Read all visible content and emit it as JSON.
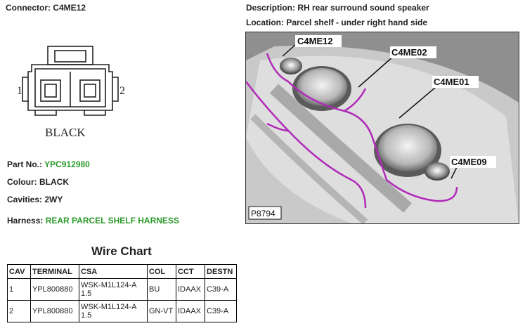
{
  "connector": {
    "title": "Connector: C4ME12",
    "pin_left": "1",
    "pin_right": "2",
    "colour_label": "BLACK"
  },
  "description": "Description: RH rear surround sound speaker",
  "location": "Location: Parcel shelf - under right hand side",
  "part": {
    "label": "Part No.: ",
    "value": "YPC912980"
  },
  "colour": "Colour: BLACK",
  "cavities": "Cavities: 2WY",
  "harness": {
    "label": "Harness: ",
    "value": "REAR PARCEL SHELF HARNESS"
  },
  "photo": {
    "callouts": [
      "C4ME12",
      "C4ME02",
      "C4ME01",
      "C4ME09"
    ],
    "code": "P8794"
  },
  "wire_chart": {
    "title": "Wire Chart",
    "headers": [
      "CAV",
      "TERMINAL",
      "CSA",
      "COL",
      "CCT",
      "DESTN"
    ],
    "rows": [
      [
        "1",
        "YPL800880",
        "WSK-M1L124-A 1.5",
        "BU",
        "IDAAX",
        "C39-A"
      ],
      [
        "2",
        "YPL800880",
        "WSK-M1L124-A 1.5",
        "GN-VT",
        "IDAAX",
        "C39-A"
      ]
    ]
  },
  "colors": {
    "accent_green": "#2a9a2a",
    "harness_purple": "#b02ab8"
  }
}
